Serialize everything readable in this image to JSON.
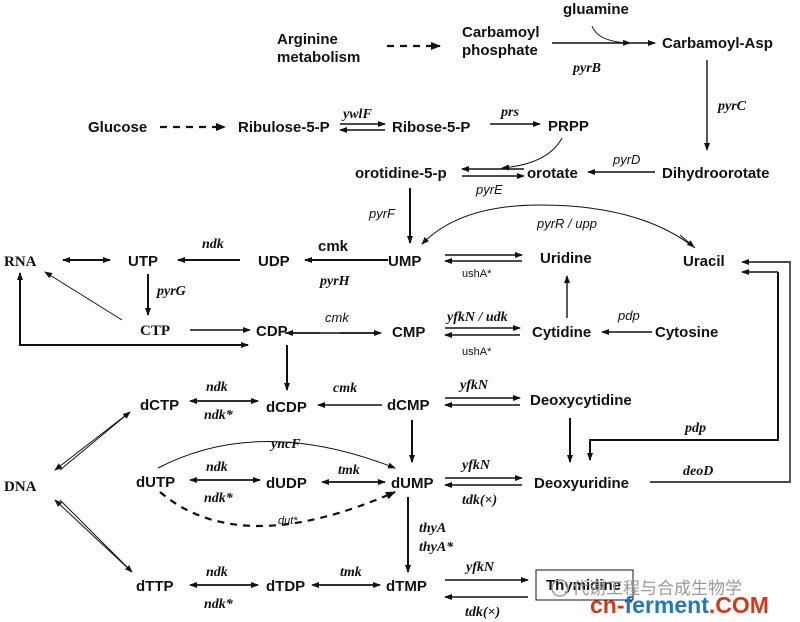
{
  "nodes": {
    "arginine_1": "Arginine",
    "arginine_2": "metabolism",
    "carbamoyl_phosphate_1": "Carbamoyl",
    "carbamoyl_phosphate_2": "phosphate",
    "glutamine": "gluamine",
    "carbamoyl_asp": "Carbamoyl-Asp",
    "glucose": "Glucose",
    "ribulose5p": "Ribulose-5-P",
    "ribose5p": "Ribose-5-P",
    "prpp": "PRPP",
    "orotidine5p": "orotidine-5-p",
    "orotate": "orotate",
    "dihydroorotate": "Dihydroorotate",
    "rna": "RNA",
    "utp": "UTP",
    "udp": "UDP",
    "ump": "UMP",
    "uridine": "Uridine",
    "uracil": "Uracil",
    "ctp": "CTP",
    "cdp": "CDP",
    "cmp": "CMP",
    "cytidine": "Cytidine",
    "cytosine": "Cytosine",
    "dctp": "dCTP",
    "dcdp": "dCDP",
    "dcmp": "dCMP",
    "deoxycytidine": "Deoxycytidine",
    "dna": "DNA",
    "dutp": "dUTP",
    "dudp": "dUDP",
    "dump": "dUMP",
    "deoxyuridine": "Deoxyuridine",
    "dttp": "dTTP",
    "dtdp": "dTDP",
    "dtmp": "dTMP",
    "thymidine": "Thymidine"
  },
  "genes": {
    "pyrB": "pyrB",
    "pyrC": "pyrC",
    "ywlF": "ywlF",
    "prs": "prs",
    "pyrD": "pyrD",
    "pyrE": "pyrE",
    "pyrF": "pyrF",
    "pyrR_upp": "pyrR  /  upp",
    "ndk_1": "ndk",
    "cmk_1": "cmk",
    "pyrH": "pyrH",
    "ushA_1": "ushA*",
    "pyrG": "pyrG",
    "cmk_2": "cmk",
    "yfkN_udk": "yfkN / udk",
    "pdp_1": "pdp",
    "ushA_2": "ushA*",
    "ndk_2": "ndk",
    "ndk_2s": "ndk*",
    "cmk_3": "cmk",
    "yfkN_1": "yfkN",
    "pdp_2": "pdp",
    "yncF": "yncF",
    "ndk_3": "ndk",
    "ndk_3s": "ndk*",
    "tmk_1": "tmk",
    "yfkN_2": "yfkN",
    "deoD": "deoD",
    "dut": "dut*",
    "tdk_1": "tdk(×)",
    "thyA": "thyA",
    "thyA_s": "thyA*",
    "ndk_4": "ndk",
    "ndk_4s": "ndk*",
    "tmk_2": "tmk",
    "yfkN_3": "yfkN",
    "tdk_2": "tdk(×)"
  },
  "watermark": {
    "text": "代谢工程与合成生物学",
    "url": "cn-ferment.COM"
  },
  "colors": {
    "url_cn": "#d13a1f",
    "url_ferment": "#1f78c1",
    "url_com": "#d13a1f"
  }
}
